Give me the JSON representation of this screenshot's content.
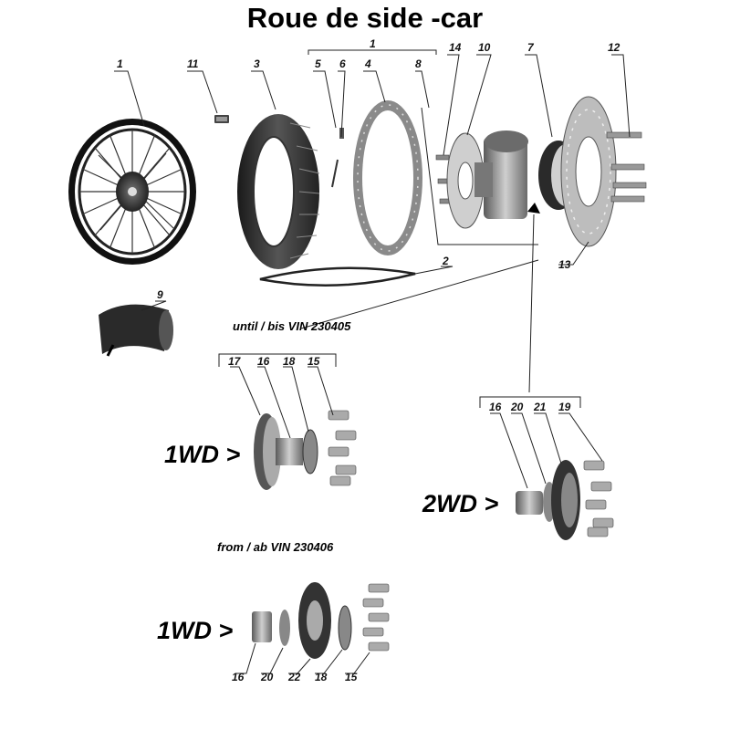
{
  "title": "Roue de side -car",
  "captions": {
    "until": "until / bis VIN 230405",
    "from": "from / ab VIN 230406"
  },
  "drive_labels": {
    "one_wd_top": "1WD >",
    "two_wd": "2WD >",
    "one_wd_bottom": "1WD >"
  },
  "callouts": {
    "c1_wheel": "1",
    "c11": "11",
    "c3": "3",
    "c1_group": "1",
    "c5": "5",
    "c6": "6",
    "c4": "4",
    "c8": "8",
    "c14": "14",
    "c10": "10",
    "c7": "7",
    "c12": "12",
    "c13": "13",
    "c2": "2",
    "c9": "9",
    "t17": "17",
    "t16": "16",
    "t18": "18",
    "t15": "15",
    "m16": "16",
    "m20": "20",
    "m21": "21",
    "m19": "19",
    "b16": "16",
    "b20": "20",
    "b22": "22",
    "b18": "18",
    "b15": "15"
  }
}
